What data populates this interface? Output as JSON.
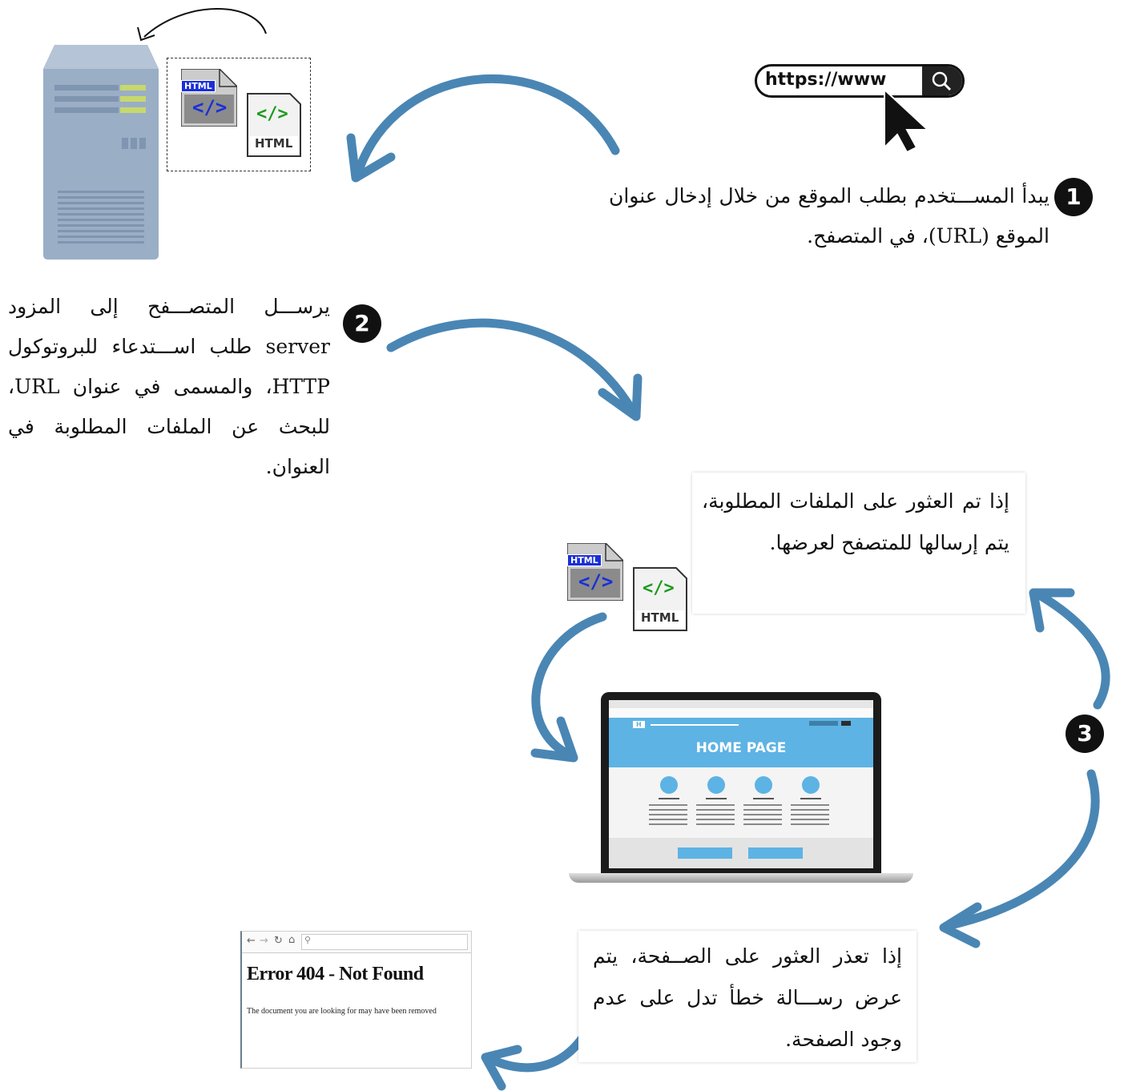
{
  "url_bar": {
    "text": "https://www"
  },
  "steps": [
    {
      "number": "1",
      "text": "يبدأ المســـتخدم بطلب الموقع من خلال إدخال عنوان الموقع (URL)، في المتصفح."
    },
    {
      "number": "2",
      "text": "يرســـل المتصـــفح إلى المزود server طلب اســـتدعاء للبروتوكول HTTP، والمسمى في عنوان URL، للبحث عن الملفات المطلوبة في العنوان."
    },
    {
      "number": "3"
    }
  ],
  "found_box": {
    "text": "إذا تم العثور على الملفات المطلوبة، يتم إرسالها للمتصفح لعرضها."
  },
  "notfound_box": {
    "text": "إذا تعذر العثور على الصــفحة، يتم عرض رســـالة خطأ تدل على عدم وجود الصفحة."
  },
  "file_icons": {
    "badge": "HTML",
    "tag": "</>",
    "label": "HTML"
  },
  "laptop": {
    "page_title": "HOME PAGE",
    "logo": "H"
  },
  "error_page": {
    "title": "Error 404 - Not Found",
    "message": "The document you are looking for may have been removed"
  },
  "colors": {
    "arrow": "#4a86b4",
    "accent_blue": "#5db3e4",
    "server": "#9aaec6"
  }
}
